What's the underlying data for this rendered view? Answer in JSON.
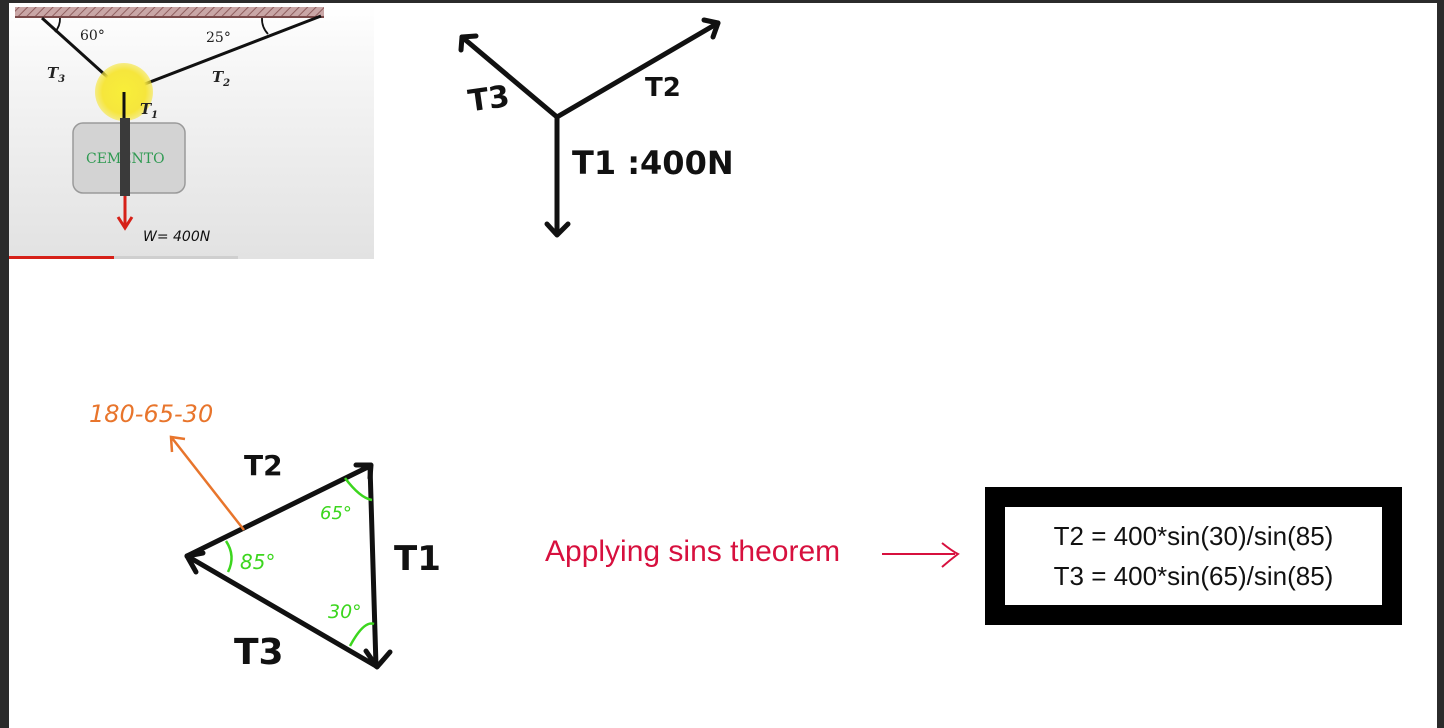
{
  "photo": {
    "angle_left": "60°",
    "angle_right": "25°",
    "label_t3": "T",
    "label_t3_sub": "3",
    "label_t2": "T",
    "label_t2_sub": "2",
    "label_t1": "T",
    "label_t1_sub": "1",
    "block_text": "CEMENTO",
    "weight_label": "W= 400N"
  },
  "sketch_top": {
    "t3": "T3",
    "t2": "T2",
    "t1": "T1 :400N"
  },
  "triangle": {
    "annotation": "180-65-30",
    "t2": "T2",
    "t1": "T1",
    "t3": "T3",
    "angle_left": "85°",
    "angle_top": "65°",
    "angle_bottom": "30°"
  },
  "apply_text": "Applying sins theorem",
  "formulas": {
    "line1": "T2 = 400*sin(30)/sin(85)",
    "line2": "T3 = 400*sin(65)/sin(85)"
  },
  "colors": {
    "ink": "#111111",
    "angle_green": "#3cd61e",
    "annotation_orange": "#e8752c",
    "apply_red": "#d7103e",
    "weight_arrow": "#d62018",
    "highlight_yellow": "#f6e63c",
    "block_text_green": "#2f9a52"
  }
}
